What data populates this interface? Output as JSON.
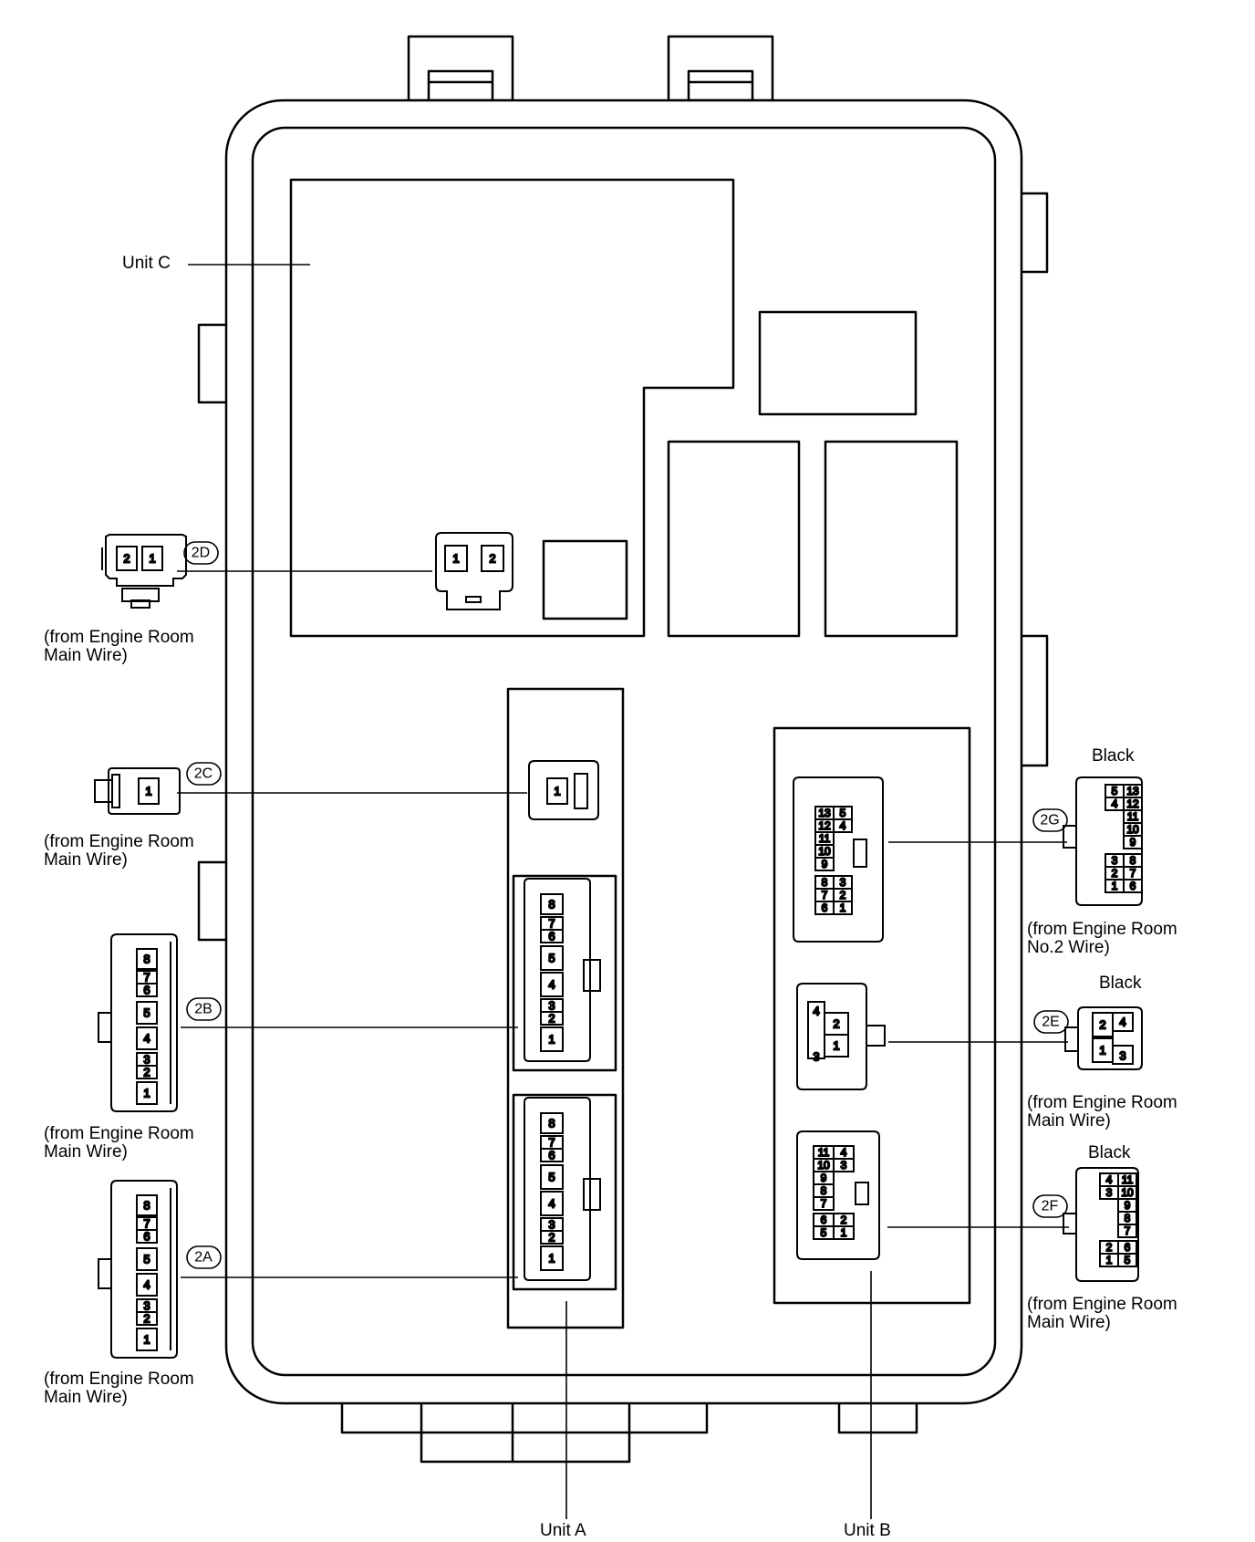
{
  "labels": {
    "unit_a": "Unit A",
    "unit_b": "Unit B",
    "unit_c": "Unit C"
  },
  "connectors": {
    "2A": {
      "id": "2A",
      "color": "",
      "source_line1": "(from Engine Room",
      "source_line2": "Main Wire)",
      "pins": [
        "8",
        "7",
        "6",
        "5",
        "4",
        "3",
        "2",
        "1"
      ]
    },
    "2B": {
      "id": "2B",
      "color": "",
      "source_line1": "(from Engine Room",
      "source_line2": "Main Wire)",
      "pins": [
        "8",
        "7",
        "6",
        "5",
        "4",
        "3",
        "2",
        "1"
      ]
    },
    "2C": {
      "id": "2C",
      "color": "",
      "source_line1": "(from Engine Room",
      "source_line2": "Main Wire)",
      "pins": [
        "1"
      ]
    },
    "2D": {
      "id": "2D",
      "color": "",
      "source_line1": "(from Engine Room",
      "source_line2": "Main Wire)",
      "pins": [
        "2",
        "1"
      ]
    },
    "2E": {
      "id": "2E",
      "color": "Black",
      "source_line1": "(from Engine Room",
      "source_line2": "Main Wire)",
      "pins": [
        "2",
        "4",
        "1",
        "3"
      ]
    },
    "2F": {
      "id": "2F",
      "color": "Black",
      "source_line1": "(from Engine Room",
      "source_line2": "Main Wire)",
      "pins": [
        "4",
        "11",
        "3",
        "10",
        "9",
        "8",
        "7",
        "2",
        "6",
        "1",
        "5"
      ]
    },
    "2G": {
      "id": "2G",
      "color": "Black",
      "source_line1": "(from Engine Room",
      "source_line2": "No.2 Wire)",
      "pins": [
        "5",
        "13",
        "4",
        "12",
        "11",
        "10",
        "9",
        "3",
        "8",
        "2",
        "7",
        "1",
        "6"
      ]
    }
  }
}
